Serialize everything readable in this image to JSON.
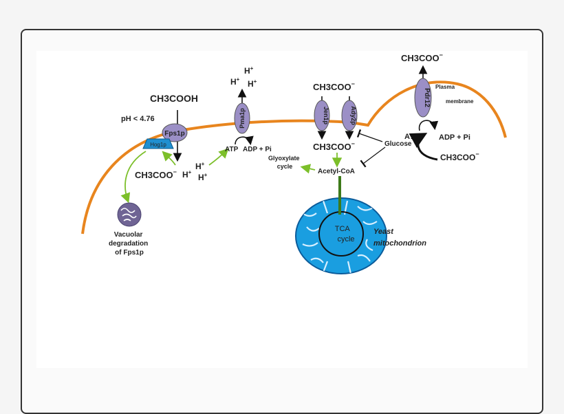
{
  "labels": {
    "ch3cooh": "CH3COOH",
    "ph": "pH < 4.76",
    "fps1p": "Fps1p",
    "hog1p": "Hog1p",
    "acetate_left": "CH3COO",
    "acetate_left_charge": "−",
    "h_left": "H",
    "h_left_sup": "+",
    "h_mid_1": "H",
    "h_mid_1_sup": "+",
    "h_mid_2": "H",
    "h_mid_2_sup": "+",
    "vacuolar_line1": "Vacuolar",
    "vacuolar_line2": "degradation",
    "vacuolar_line3": "of Fps1p",
    "pma1p": "Pma1p",
    "h_top_1": "H",
    "h_top_1_sup": "+",
    "h_top_2": "H",
    "h_top_2_sup": "+",
    "h_top_3": "H",
    "h_top_3_sup": "+",
    "atp_pma": "ATP",
    "adp_pma": "ADP + Pi",
    "acetate_top_mid": "CH3COO",
    "acetate_top_mid_charge": "−",
    "jen1p": "Jen1p",
    "ady2p": "Ady2p",
    "acetate_inside": "CH3COO",
    "acetate_inside_charge": "−",
    "glucose": "Glucose",
    "glyoxylate_line1": "Glyoxylate",
    "glyoxylate_line2": "cycle",
    "acetyl_coa": "Acetyl-CoA",
    "tca_line1": "TCA",
    "tca_line2": "cycle",
    "yeast": "Yeast",
    "mitochondrion": "mitochondrion",
    "acetate_top_right": "CH3COO",
    "acetate_top_right_charge": "−",
    "pdr12": "Pdr12",
    "plasma": "Plasma",
    "membrane": "membrane",
    "atp_pdr": "ATP",
    "adp_pdr": "ADP + Pi",
    "acetate_right": "CH3COO",
    "acetate_right_charge": "−"
  },
  "colors": {
    "membrane": "#e8851e",
    "transporter": "#9b8fc6",
    "hog1p": "#1f8fd0",
    "green_arrow": "#7cbf2a",
    "dark_green": "#3d7a1a",
    "mito_fill": "#1a9ee0",
    "mito_outline": "#0b5b9a",
    "vacuole": "#6f6494"
  }
}
